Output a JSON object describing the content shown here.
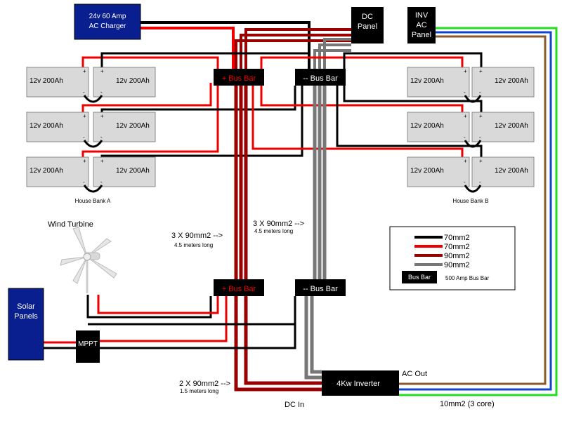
{
  "charger": {
    "line1": "24v 60 Amp",
    "line2": "AC Charger"
  },
  "dc_panel": {
    "line1": "DC",
    "line2": "Panel"
  },
  "inv_panel": {
    "line1": "INV",
    "line2": "AC",
    "line3": "Panel"
  },
  "battery_label": "12v 200Ah",
  "bank_a_label": "House Bank A",
  "bank_b_label": "House Bank B",
  "plus_bus_label": "+ Bus Bar",
  "minus_bus_label": "-- Bus Bar",
  "wind_turbine_label": "Wind Turbine",
  "solar": {
    "line1": "Solar",
    "line2": "Panels"
  },
  "mppt_label": "MPPT",
  "inverter_label": "4Kw Inverter",
  "ac_out_label": "AC Out",
  "dc_in_label": "DC In",
  "ac_cable_label": "10mm2 (3 core)",
  "cable_left": {
    "line1": "3 X 90mm2 -->",
    "line2": "4.5 meters long"
  },
  "cable_right": {
    "line1": "3 X 90mm2 -->",
    "line2": "4.5 meters long"
  },
  "cable_bottom": {
    "line1": "2 X 90mm2 -->",
    "line2": "1.5 meters long"
  },
  "terminal_plus": "+",
  "terminal_minus": "-",
  "legend": {
    "items": [
      {
        "label": "70mm2",
        "color": "#000000"
      },
      {
        "label": "70mm2",
        "color": "#ee0000"
      },
      {
        "label": "90mm2",
        "color": "#990000"
      },
      {
        "label": "90mm2",
        "color": "#777777"
      }
    ],
    "bus_box": "Bus Bar",
    "bus_desc": "500 Amp Bus Bar"
  },
  "colors": {
    "black_wire": "#000000",
    "red_wire": "#ee0000",
    "dark_red_wire": "#990000",
    "grey_wire": "#777777",
    "charger_fill": "#0a1f8f",
    "ac_green": "#22dd22",
    "ac_blue": "#1144cc",
    "ac_brown": "#8b5a2b",
    "battery_fill": "#d9d9d9"
  }
}
